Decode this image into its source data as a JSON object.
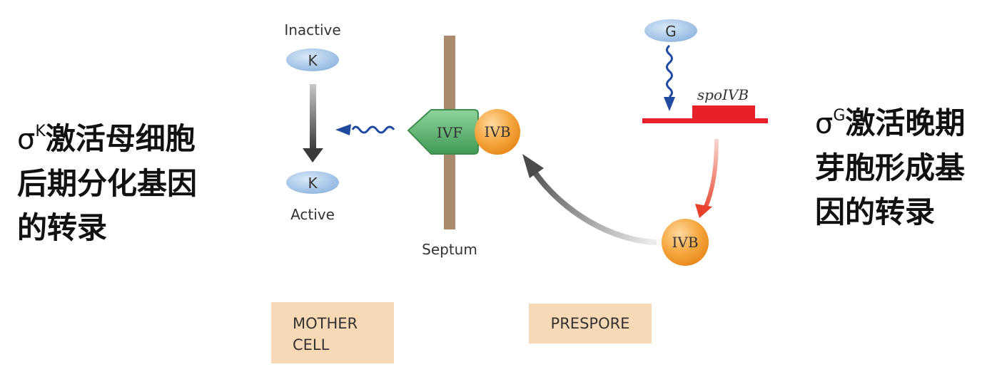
{
  "left_caption": {
    "sigma": "σ",
    "superscript": "K",
    "lines": [
      "激活母细胞",
      "后期分化基因",
      "的转录"
    ]
  },
  "right_caption": {
    "sigma": "σ",
    "superscript": "G",
    "lines": [
      "激活晚期",
      "芽胞形成基",
      "因的转录"
    ]
  },
  "diagram": {
    "inactive_label": "Inactive",
    "active_label": "Active",
    "sigma_k_inactive": "K",
    "sigma_k_active": "K",
    "sigma_g": "G",
    "ivf_label": "IVF",
    "ivb_membrane_label": "IVB",
    "ivb_prespore_label": "IVB",
    "gene_label": "spoIVB",
    "septum_label": "Septum",
    "mother_cell_line1": "MOTHER",
    "mother_cell_line2": "CELL",
    "prespore_label": "PRESPORE"
  },
  "colors": {
    "sigma_oval": "#a8c8ea",
    "ivb_orange": "#f4a23a",
    "ivf_green": "#4fae63",
    "septum_brown": "#a98a6a",
    "gene_red": "#e8202a",
    "label_box": "#f8d9b6",
    "squiggle_blue": "#1f4aa0"
  }
}
